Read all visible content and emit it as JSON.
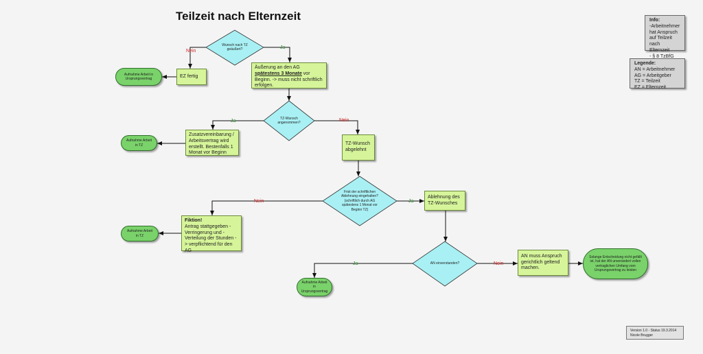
{
  "title": "Teilzeit nach Elternzeit",
  "info": {
    "heading": "Info:",
    "lines": [
      "-Arbeitnehmer",
      "hat Anspruch",
      "auf Teilzeit",
      "nach Elternzeit",
      " - § 8 TzBfG"
    ]
  },
  "legend": {
    "heading": "Legende:",
    "lines": [
      "AN = Arbeitnehmer",
      "AG = Arbeitgeber",
      "TZ = Teilzeit",
      "EZ = Elternzeit"
    ]
  },
  "version": {
    "line1": "Version 1.0 - Status 19.3.2014",
    "line2": "Nicole Brugger"
  },
  "decisions": {
    "d1": "Wunsch nach TZ geäußert?",
    "d2": "TZ-Wunsch angenommen?",
    "d3": "Frist der schriftlichen Ablehnung eingehalten? (schriftlich durch AG spätestens 1 Monat vor Beginn TZ)",
    "d4": "AN einverstanden?"
  },
  "processes": {
    "ez_fertig": "EZ fertig",
    "aeusserung_a": "Äußerung an den AG",
    "aeusserung_b": "spätestens 3 Monate",
    "aeusserung_c": " vor Beginn. -> muss nicht schriftlich erfolgen.",
    "zusatz": "Zusatzvereinbarung / Arbeitsvertrag wird erstellt. Bestenfalls 1 Monat vor Beginn",
    "tz_abgelehnt": "TZ-Wunsch abgelehnt",
    "fiktion_head": "Fiktion!",
    "fiktion_body": "Antrag stattgegeben -Verringerung und - Verteilung der Stunden -> verpflichtend für den AG",
    "ablehnung": "Ablehnung des TZ-Wunsches",
    "an_muss": "AN muss Anspruch gerichtlich geltend machen."
  },
  "terminals": {
    "t1": "Aufnahme Arbeit in Ursprungsvertrag",
    "t2": "Aufnahme Arbeit in TZ",
    "t3": "Aufnahme Arbeit in TZ",
    "t4": "Aufnahme Arbeit in Ursprungsvertrag",
    "t5": "Solange Entscheidung nicht gefällt ist, hat der AN unverändert vollen vertraglichen Umfang vom Ursprungsvertrag zu leisten"
  },
  "edge_labels": {
    "nein": "Nein",
    "ja": "Ja"
  }
}
